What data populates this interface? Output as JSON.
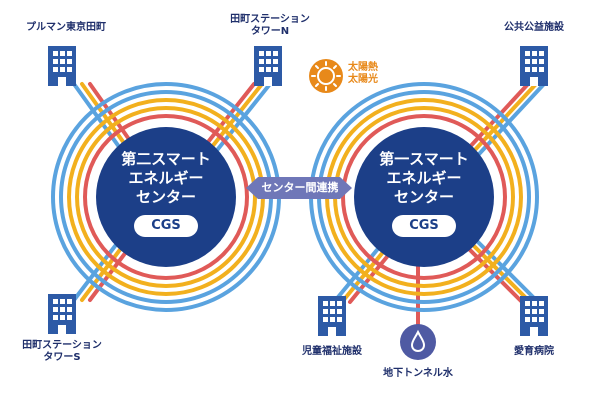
{
  "colors": {
    "navy": "#1c3f88",
    "ring_blue": "#5aa3df",
    "ring_orange": "#f2b01e",
    "ring_red": "#e05a58",
    "building_blue": "#2d5aa6",
    "link_purple": "#6f77b8",
    "sun_orange": "#e8891a",
    "water_purple": "#4f5aa3"
  },
  "left_center": {
    "title_line1": "第二スマート",
    "title_line2": "エネルギー",
    "title_line3": "センター",
    "cgs": "CGS"
  },
  "right_center": {
    "title_line1": "第一スマート",
    "title_line2": "エネルギー",
    "title_line3": "センター",
    "cgs": "CGS"
  },
  "link": {
    "label": "センター間連携"
  },
  "buildings": {
    "pullman": "プルマン東京田町",
    "tower_n_line1": "田町ステーション",
    "tower_n_line2": "タワーN",
    "tower_s_line1": "田町ステーション",
    "tower_s_line2": "タワーS",
    "public": "公共公益施設",
    "childcare": "児童福祉施設",
    "hospital": "愛育病院"
  },
  "solar": {
    "line1": "太陽熱",
    "line2": "太陽光",
    "icon": "sun-icon"
  },
  "water": {
    "label": "地下トンネル水",
    "icon": "water-drop-icon"
  }
}
